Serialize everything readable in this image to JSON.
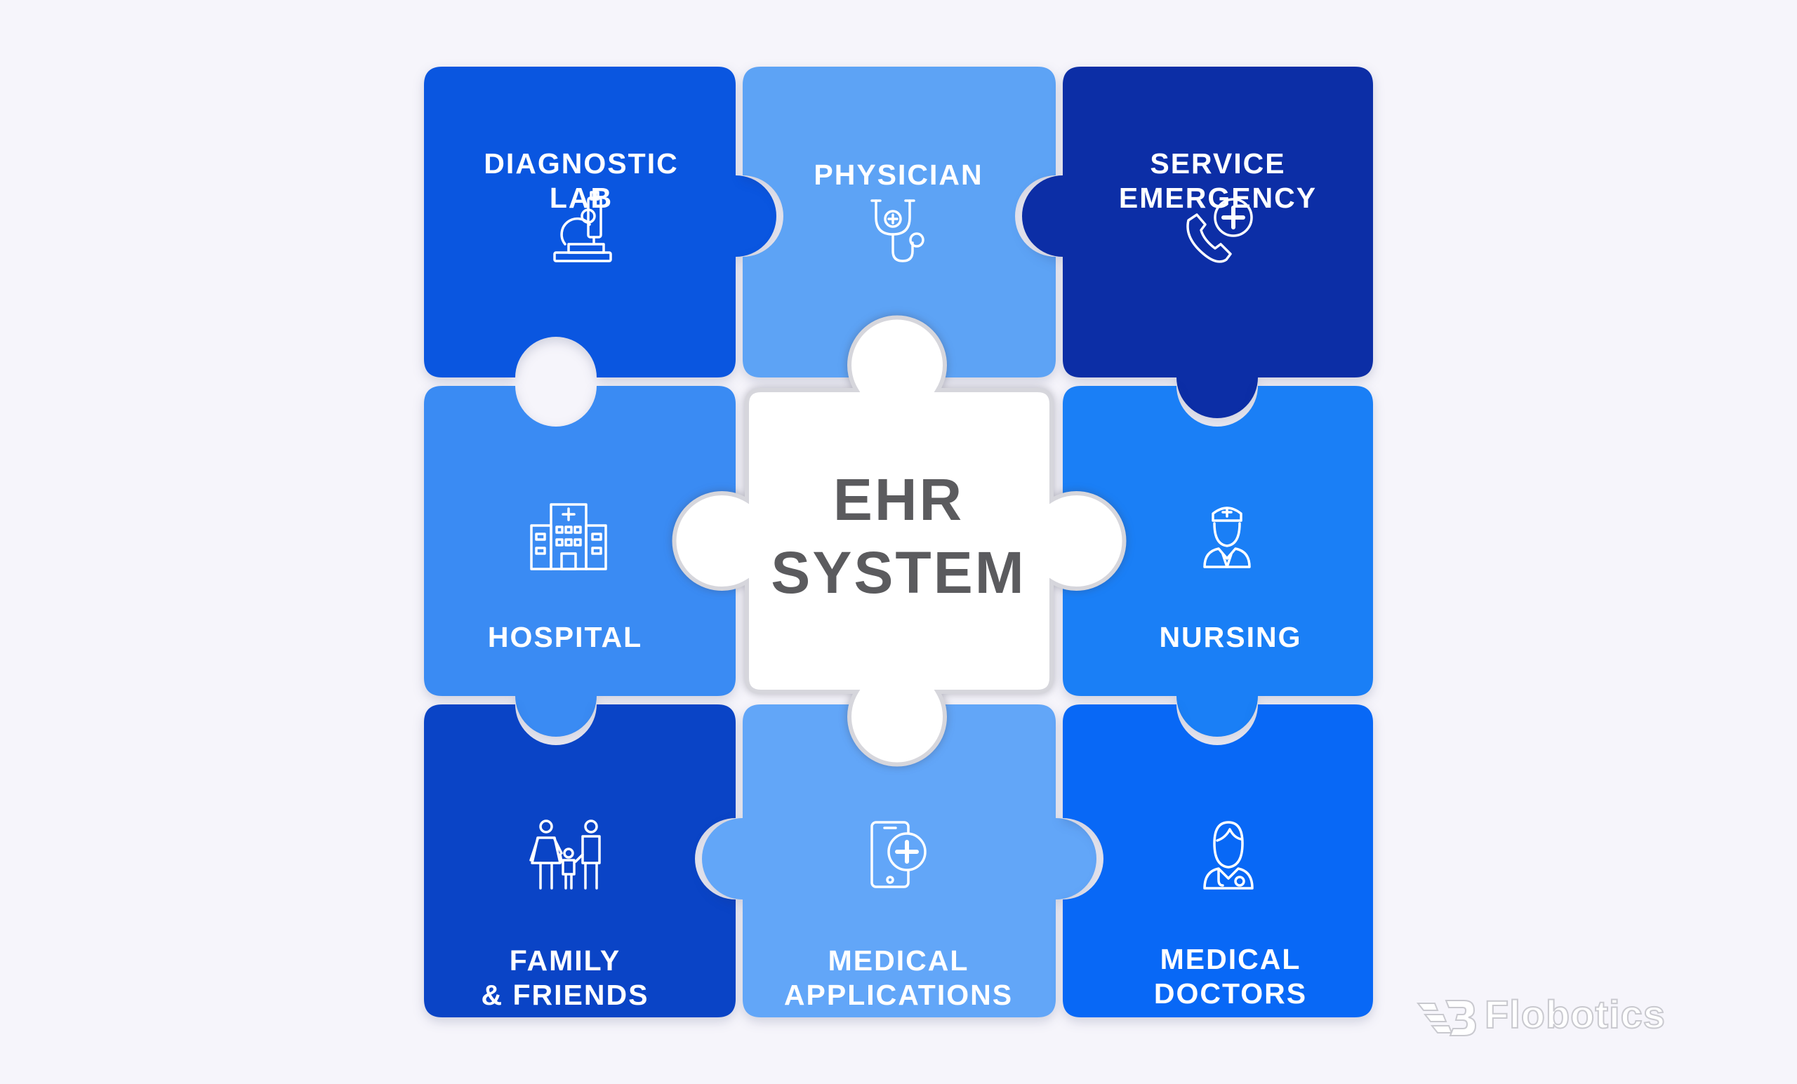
{
  "center": {
    "line1": "EHR",
    "line2": "SYSTEM"
  },
  "pieces": {
    "diagnostic_lab": {
      "line1": "DIAGNOSTIC",
      "line2": "LAB",
      "icon": "microscope-icon",
      "color": "#0a56e0"
    },
    "physician": {
      "line1": "PHYSICIAN",
      "icon": "stethoscope-icon",
      "color": "#5da3f5"
    },
    "service_emergency": {
      "line1": "SERVICE",
      "line2": "EMERGENCY",
      "icon": "emergency-call-icon",
      "color": "#0c2ea6"
    },
    "hospital": {
      "line1": "HOSPITAL",
      "icon": "hospital-building-icon",
      "color": "#3a8bf3"
    },
    "nursing": {
      "line1": "NURSING",
      "icon": "nurse-icon",
      "color": "#1a7ff6"
    },
    "family_friends": {
      "line1": "FAMILY",
      "line2": "& FRIENDS",
      "icon": "family-icon",
      "color": "#0a44c6"
    },
    "medical_applications": {
      "line1": "MEDICAL",
      "line2": "APPLICATIONS",
      "icon": "medical-app-phone-icon",
      "color": "#62a6f8"
    },
    "medical_doctors": {
      "line1": "MEDICAL",
      "line2": "DOCTORS",
      "icon": "doctor-icon",
      "color": "#0868f6"
    }
  },
  "logo": {
    "text": "Flobotics",
    "icon": "flobotics-logo-icon"
  }
}
